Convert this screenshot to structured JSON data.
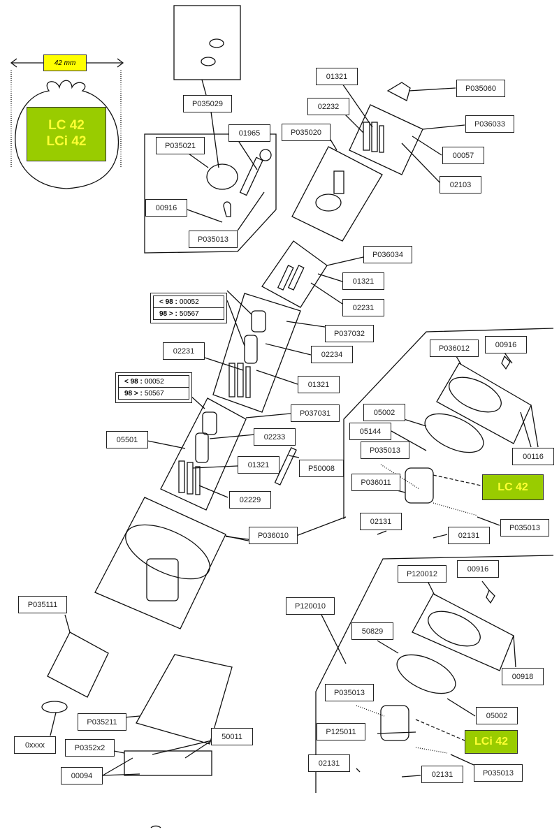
{
  "profile": {
    "dimension": "42 mm",
    "models": [
      "LC 42",
      "LCi 42"
    ]
  },
  "model_tags": {
    "lc": "LC 42",
    "lci": "LCi 42"
  },
  "revision_boxes": [
    {
      "rows": [
        {
          "cond": "< 98 :",
          "part": "00052"
        },
        {
          "cond": "98 > :",
          "part": "50567"
        }
      ]
    },
    {
      "rows": [
        {
          "cond": "< 98 :",
          "part": "00052"
        },
        {
          "cond": "98 > :",
          "part": "50567"
        }
      ]
    }
  ],
  "part_labels": [
    "P035029",
    "01321",
    "P035060",
    "02232",
    "P036033",
    "P035020",
    "01965",
    "P035021",
    "00057",
    "00916",
    "02103",
    "P035013",
    "P036034",
    "01321",
    "02231",
    "P037032",
    "02234",
    "02231",
    "01321",
    "P036012",
    "00916",
    "P037031",
    "05002",
    "05501",
    "02233",
    "05144",
    "P035013",
    "01321",
    "P50008",
    "00116",
    "P036011",
    "02229",
    "02131",
    "P035013",
    "P036010",
    "02131",
    "P035111",
    "P120010",
    "00916",
    "P120012",
    "50829",
    "00918",
    "P035013",
    "05002",
    "P125011",
    "P035211",
    "0xxxx",
    "50011",
    "P0352x2",
    "02131",
    "P035013",
    "00094",
    "02131"
  ]
}
